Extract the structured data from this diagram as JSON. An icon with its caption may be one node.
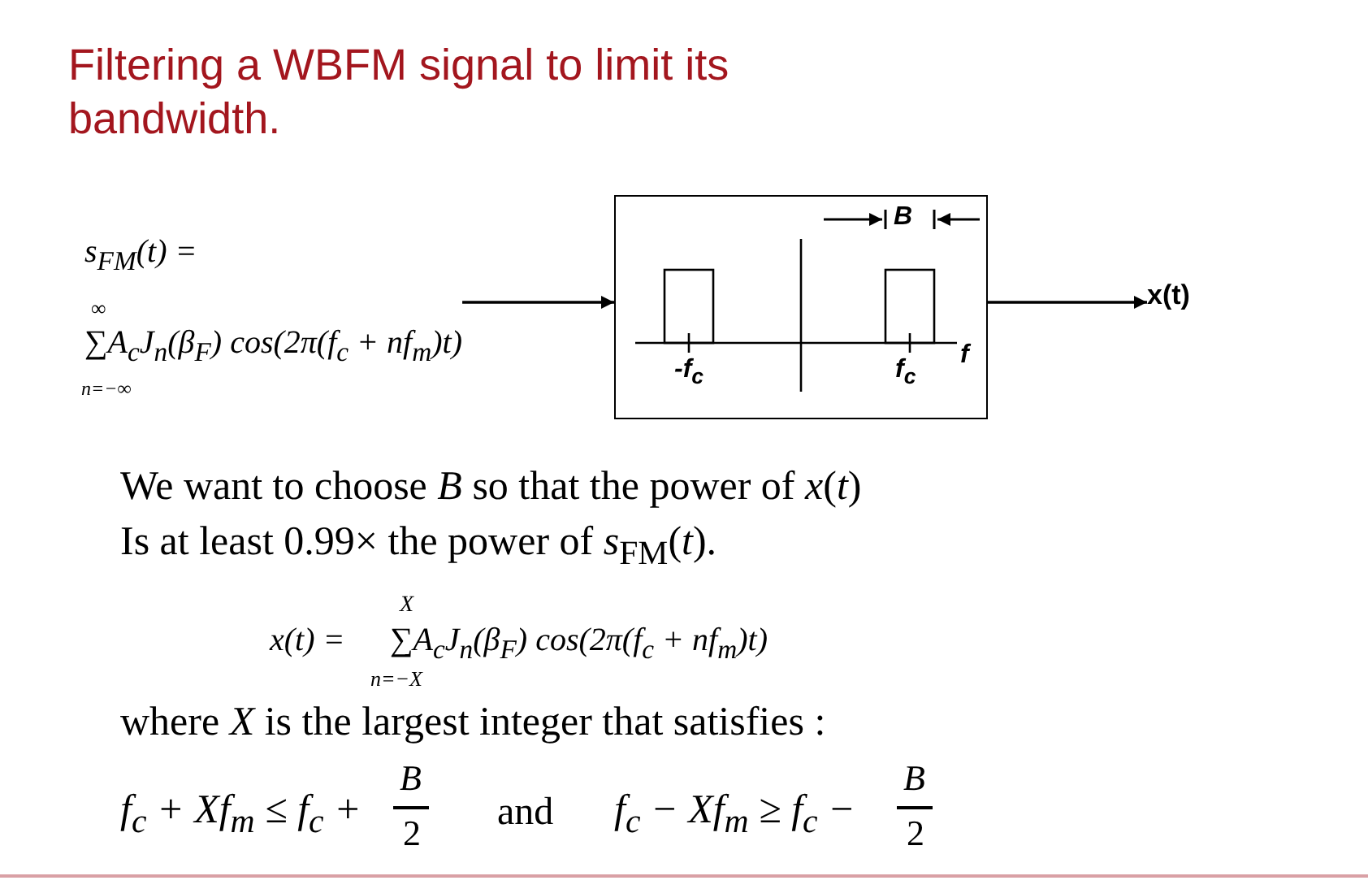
{
  "diagram": {
    "title": "Filtering a WBFM signal to limit its bandwidth.",
    "nodes": [
      {
        "text": [
          "s$_{FM}$(t) =",
          "∞",
          "∑A$_{c}$J$_{n}$(β$_{F}$) cos(2π(f$_{c}$ + nf$_{m}$)t)",
          "n=−∞"
        ]
      },
      {
        "text": [
          "B",
          "-f$_{c}$",
          "f$_{c}$",
          "f"
        ]
      },
      {
        "text": [
          "x(t)"
        ]
      }
    ],
    "edges": [
      {
        "from": 0,
        "to": 1,
        "arrow": "to"
      },
      {
        "from": 1,
        "to": 2,
        "arrow": "to"
      }
    ],
    "labels": [
      "We want to choose *B* so that the power of *x*(*t*)",
      "Is at least 0.99× the power of *s*$_{FM}$(*t*).",
      "x(t) =",
      "X",
      "∑A$_{c}$J$_{n}$(β$_{F}$) cos(2π(f$_{c}$ + nf$_{m}$)t)",
      "n=−X",
      "where *X* is the largest integer that satisfies :",
      "f$_{c}$ + Xf$_{m}$ ≤ f$_{c}$ +",
      "B",
      "2",
      "and",
      "f$_{c}$ − Xf$_{m}$ ≥ f$_{c}$ −",
      "B",
      "2"
    ]
  }
}
